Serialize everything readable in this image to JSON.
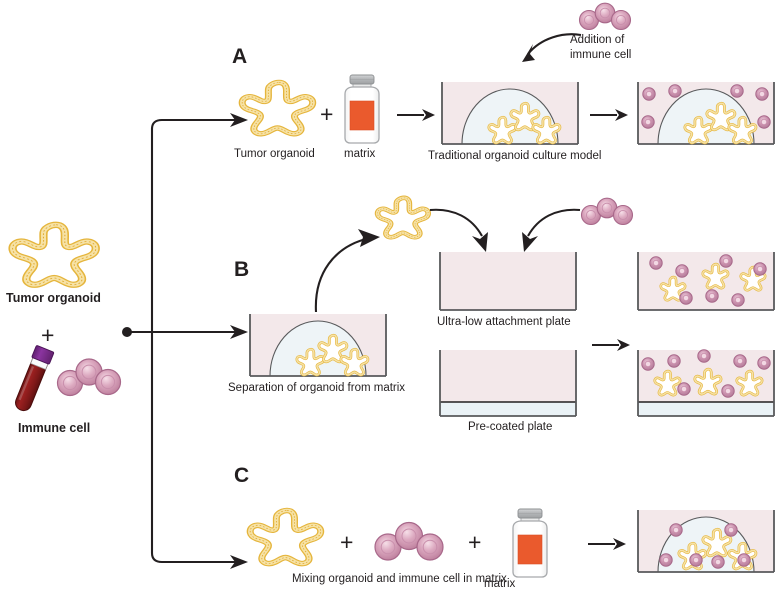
{
  "figure": {
    "title": "Organoid and immune cell co-culture model workflows",
    "colors": {
      "organoid_fill": "#f7e3a8",
      "organoid_stroke": "#e8b73c",
      "organoid_core": "#ffffff",
      "immune_outer": "#c488a5",
      "immune_mid": "#d9a2b8",
      "immune_inner": "#f0cfdc",
      "immune_stroke": "#a8688a",
      "media_pink": "#f3e8ea",
      "dome_blue": "#eef4f7",
      "coating_blue": "#eaf2f6",
      "matrix_orange": "#ea5a2d",
      "vial_cap_gray": "#b9bbbd",
      "vial_body": "#fdfdfd",
      "vial_stroke": "#a7a9ac",
      "blood_red": "#8b1a1a",
      "tube_cap_purple": "#7b2d8e",
      "line_black": "#231f20",
      "plate_border": "#58595b",
      "background": "#ffffff"
    }
  },
  "source": {
    "organoid_label": "Tumor organoid",
    "plus_symbol": "+",
    "immune_label": "Immune cell"
  },
  "panels": [
    {
      "id": "A",
      "letter": "A",
      "items": {
        "organoid_label": "Tumor organoid",
        "plus_symbol": "+",
        "matrix_label": "matrix",
        "arrow": "→",
        "culture_model_label": "Traditional organoid culture model",
        "addition_label_line1": "Addition of",
        "addition_label_line2": "immune cell"
      }
    },
    {
      "id": "B",
      "letter": "B",
      "items": {
        "separation_label": "Separation of organoid from matrix",
        "ultra_low_label": "Ultra-low attachment plate",
        "precoated_label": "Pre-coated plate",
        "arrow": "→"
      }
    },
    {
      "id": "C",
      "letter": "C",
      "items": {
        "plus_symbol_1": "+",
        "plus_symbol_2": "+",
        "matrix_label": "matrix",
        "mixing_label": "Mixing organoid and immune cell in matrix",
        "arrow": "→"
      }
    }
  ]
}
